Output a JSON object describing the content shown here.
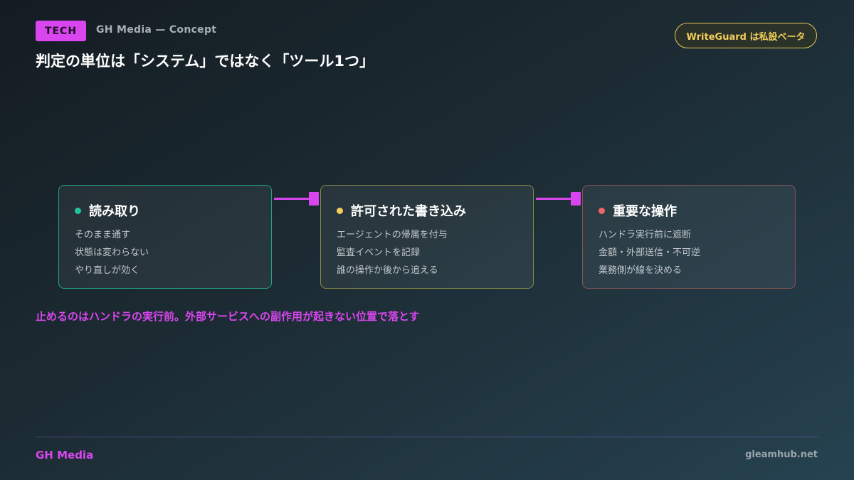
{
  "header": {
    "tag": "TECH",
    "brand_line": "GH Media — Concept",
    "title": "判定の単位は「システム」ではなく「ツール1つ」",
    "badge": "WriteGuard は私設ベータ"
  },
  "cards": [
    {
      "title": "読み取り",
      "dot_color": "#22c59a",
      "border_color": "#22a57f",
      "lines": [
        "そのまま通す",
        "状態は変わらない",
        "やり直しが効く"
      ]
    },
    {
      "title": "許可された書き込み",
      "dot_color": "#f3cf5a",
      "border_color": "#878a45",
      "lines": [
        "エージェントの帰属を付与",
        "監査イベントを記録",
        "誰の操作か後から追える"
      ]
    },
    {
      "title": "重要な操作",
      "dot_color": "#f06767",
      "border_color": "#8a5152",
      "lines": [
        "ハンドラ実行前に遮断",
        "金額・外部送信・不可逆",
        "業務側が線を決める"
      ]
    }
  ],
  "callout": "止めるのはハンドラの実行前。外部サービスへの副作用が起きない位置で落とす",
  "footer": {
    "brand": "GH Media",
    "url": "gleamhub.net"
  },
  "colors": {
    "accent": "#d946ef",
    "badge": "#e8c75a"
  }
}
